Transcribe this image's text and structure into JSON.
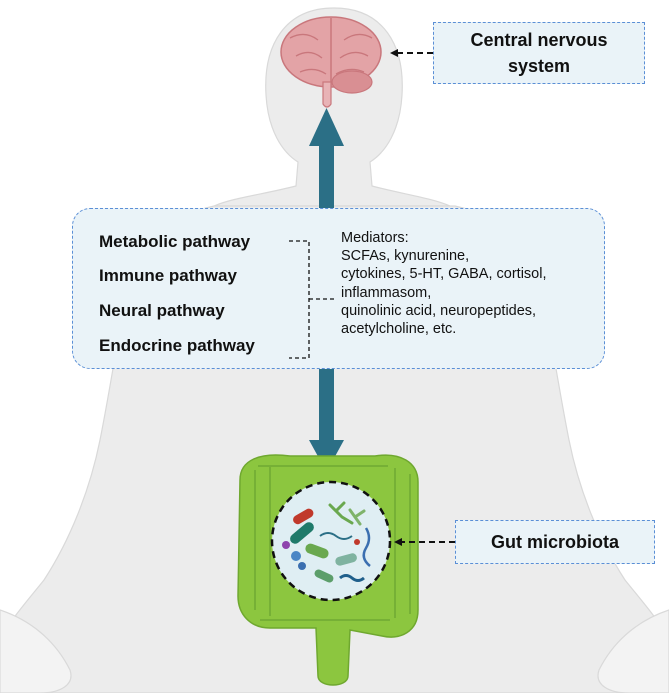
{
  "labels": {
    "central_nervous_system": "Central nervous system",
    "gut_microbiota": "Gut microbiota"
  },
  "pathways": [
    "Metabolic pathway",
    "Immune pathway",
    "Neural pathway",
    "Endocrine pathway"
  ],
  "mediators": {
    "heading": "Mediators:",
    "lines": [
      "SCFAs, kynurenine,",
      "cytokines, 5-HT, GABA, cortisol,",
      "inflammasom,",
      "quinolinic acid, neuropeptides,",
      "acetylcholine, etc."
    ]
  },
  "colors": {
    "body_silhouette": "#ececec",
    "brain": "#e3a3a6",
    "arrow": "#2b6f86",
    "intestine": "#8cc63f",
    "panel_fill": "#eaf3f8",
    "panel_border": "#5b8fd6"
  }
}
